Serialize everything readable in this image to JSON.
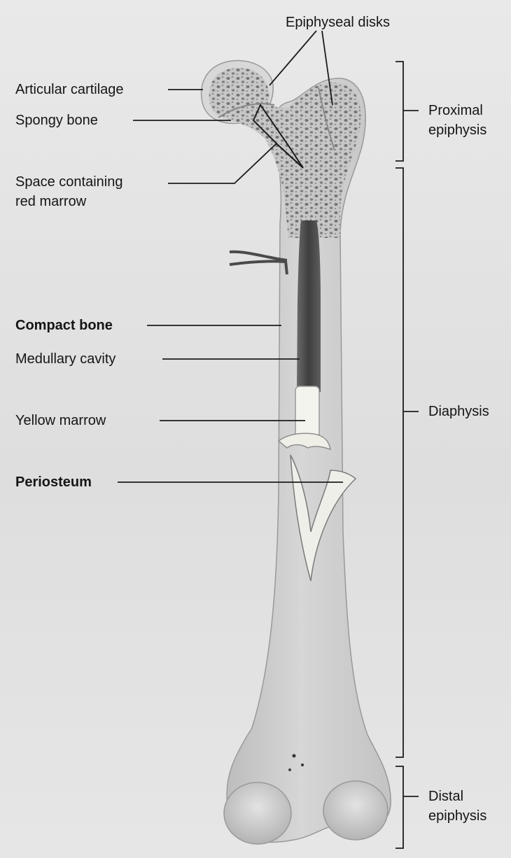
{
  "labels": {
    "epiphyseal_disks": "Epiphyseal disks",
    "articular_cartilage": "Articular cartilage",
    "spongy_bone": "Spongy bone",
    "space_red_marrow": "Space containing\nred marrow",
    "compact_bone": "Compact bone",
    "medullary_cavity": "Medullary cavity",
    "yellow_marrow": "Yellow marrow",
    "periosteum": "Periosteum",
    "proximal_epiphysis": "Proximal\nepiphysis",
    "diaphysis": "Diaphysis",
    "distal_epiphysis": "Distal\nepiphysis"
  },
  "colors": {
    "background": "#e4e4e4",
    "bone": "#d4d4d4",
    "spongy": "#9a9a9a",
    "cavity": "#5a5a5a",
    "yellow_marrow": "#f2f2ea",
    "lines": "#222222"
  }
}
